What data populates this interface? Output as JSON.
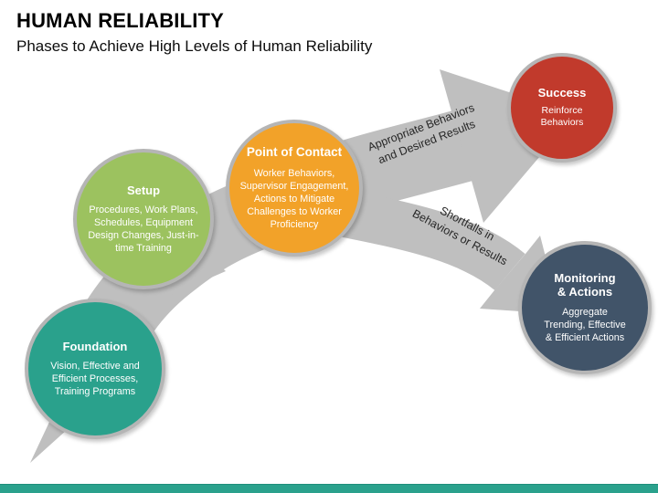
{
  "header": {
    "title": "HUMAN RELIABILITY",
    "subtitle": "Phases to Achieve High Levels of Human Reliability"
  },
  "diagram": {
    "nodes": [
      {
        "id": "foundation",
        "title": "Foundation",
        "body": "Vision, Effective and\nEfficient Processes,\nTraining Programs",
        "color": "#2aa18c"
      },
      {
        "id": "setup",
        "title": "Setup",
        "body": "Procedures, Work Plans,\nSchedules, Equipment\nDesign Changes, Just-in-\ntime Training",
        "color": "#9cc25f"
      },
      {
        "id": "point-of-contact",
        "title": "Point of Contact",
        "body": "Worker Behaviors,\nSupervisor Engagement,\nActions to Mitigate\nChallenges to Worker\nProficiency",
        "color": "#f2a229"
      },
      {
        "id": "success",
        "title": "Success",
        "body": "Reinforce Behaviors",
        "color": "#c13a2c"
      },
      {
        "id": "monitoring-actions",
        "title": "Monitoring\n& Actions",
        "body": "Aggregate\nTrending, Effective\n& Efficient Actions",
        "color": "#415469"
      }
    ],
    "arrows": [
      {
        "from": "point-of-contact",
        "to": "success",
        "label": "Appropriate Behaviors\nand Desired Results"
      },
      {
        "from": "point-of-contact",
        "to": "monitoring-actions",
        "label": "Shortfalls in\nBehaviors or Results"
      }
    ],
    "arrow_color": "#bfbfbf",
    "ring_color": "#b5b5b5"
  },
  "footer": {
    "bar_color": "#2aa18c"
  }
}
